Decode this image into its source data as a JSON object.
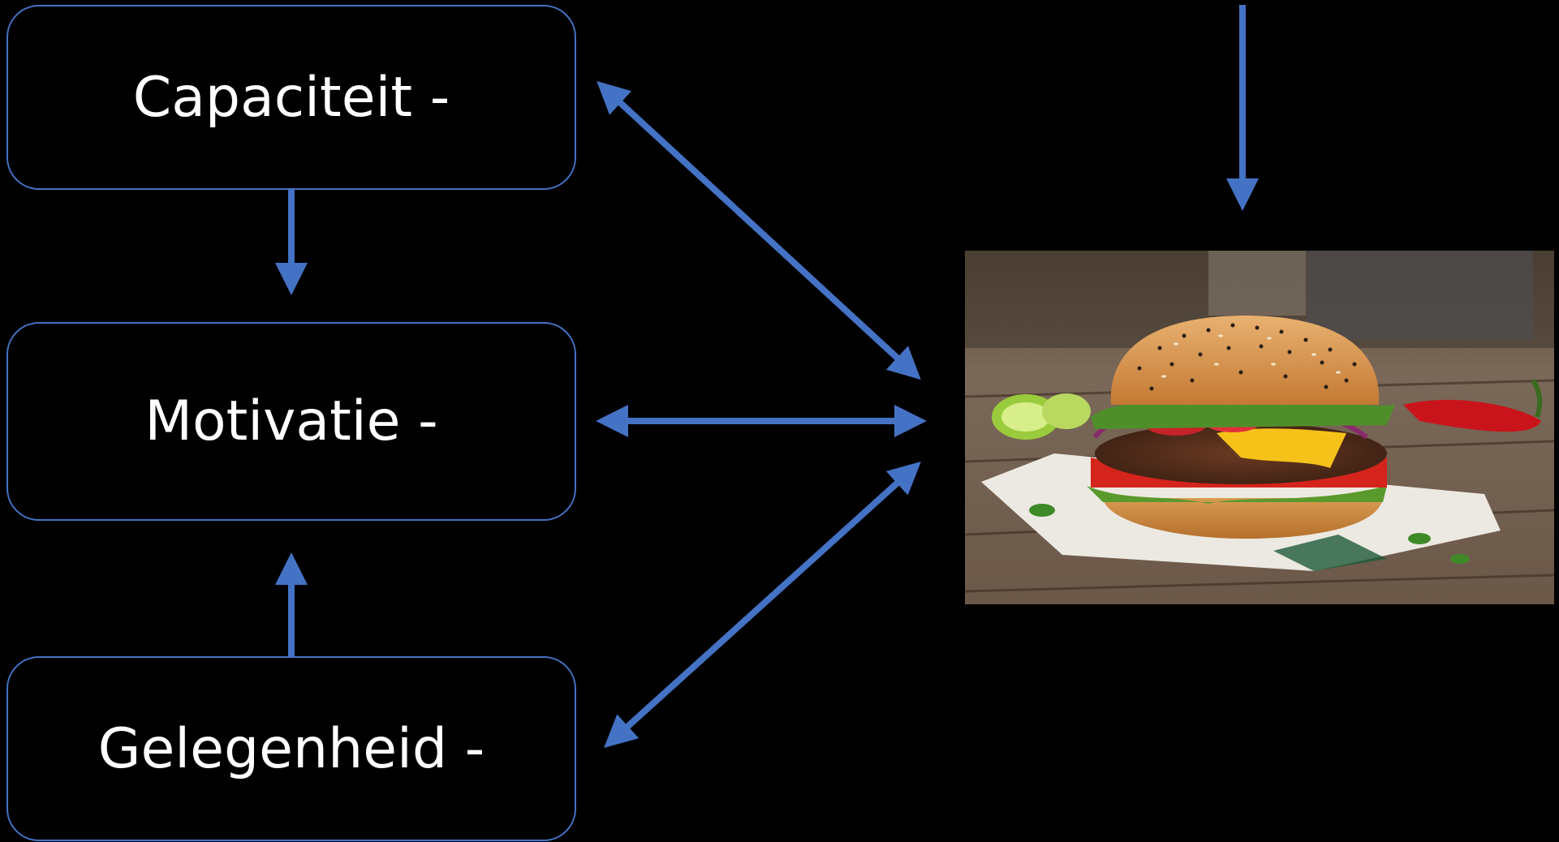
{
  "diagram": {
    "nodes": [
      {
        "id": "capaciteit",
        "label": "Capaciteit -"
      },
      {
        "id": "motivatie",
        "label": "Motivatie -"
      },
      {
        "id": "gelegenheid",
        "label": "Gelegenheid -"
      }
    ],
    "image": {
      "subject": "burger photo"
    },
    "colors": {
      "background": "#000000",
      "accent": "#4472c4",
      "text": "#ffffff"
    }
  }
}
